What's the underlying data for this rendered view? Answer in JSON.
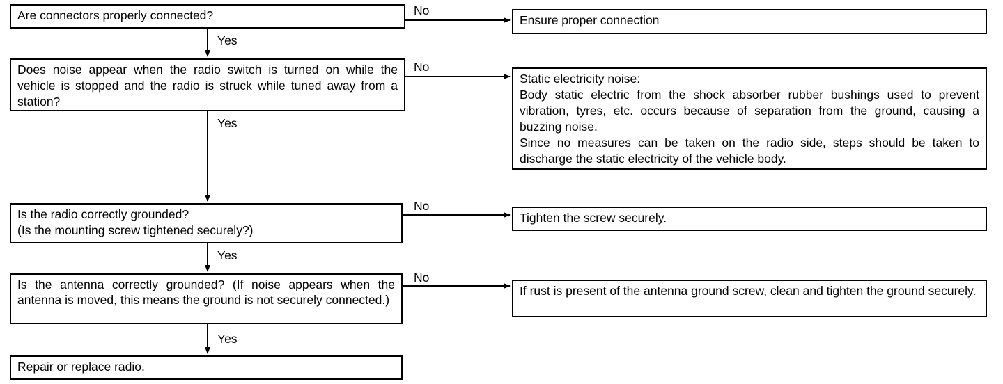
{
  "questions": [
    "Are connectors properly connected?",
    "Does noise appear when the radio switch is turned on while the vehicle is stopped and the radio is struck while tuned away from a station?",
    [
      "Is the radio correctly grounded?",
      "(Is the mounting screw tightened securely?)"
    ],
    "Is the antenna correctly grounded? (If noise appears when the antenna is moved, this means the ground is not securely connected.)",
    "Repair or replace radio."
  ],
  "results": [
    "Ensure proper connection",
    [
      "Static electricity noise:",
      "Body static electric from the shock absorber rubber bushings used to prevent vibration, tyres, etc. occurs because of separation from the ground, causing a buzzing noise.",
      "Since no measures can be taken on the radio side, steps should be taken to discharge the static electricity of the vehicle body."
    ],
    "Tighten the screw securely.",
    "If rust is present of the antenna ground screw, clean and tighten the ground securely."
  ],
  "labels": {
    "yes": "Yes",
    "no": "No"
  }
}
